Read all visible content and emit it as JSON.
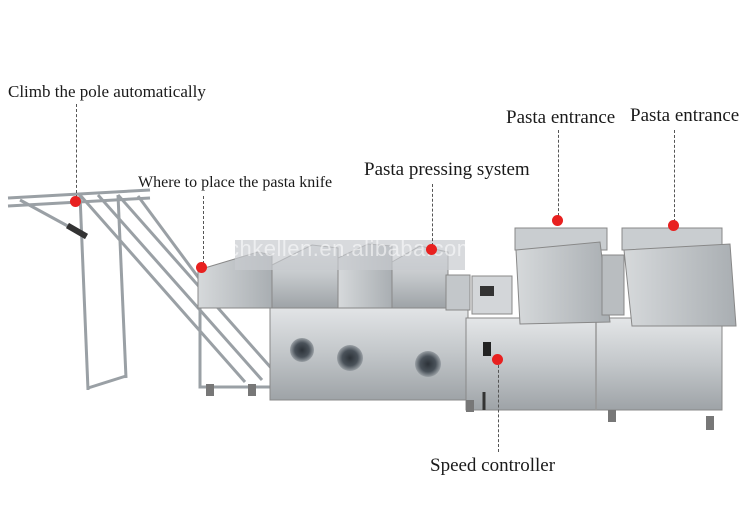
{
  "labels": {
    "climb": "Climb the pole automatically",
    "knife": "Where to place the pasta knife",
    "pressing": "Pasta pressing system",
    "entrance_1": "Pasta entrance",
    "entrance_2": "Pasta entrance",
    "speed": "Speed controller"
  },
  "watermark": "chkellen.en.alibaba.com",
  "colors": {
    "marker": "#e8201f",
    "steel": "#bfc3c6",
    "steel_dark": "#8e9397"
  }
}
